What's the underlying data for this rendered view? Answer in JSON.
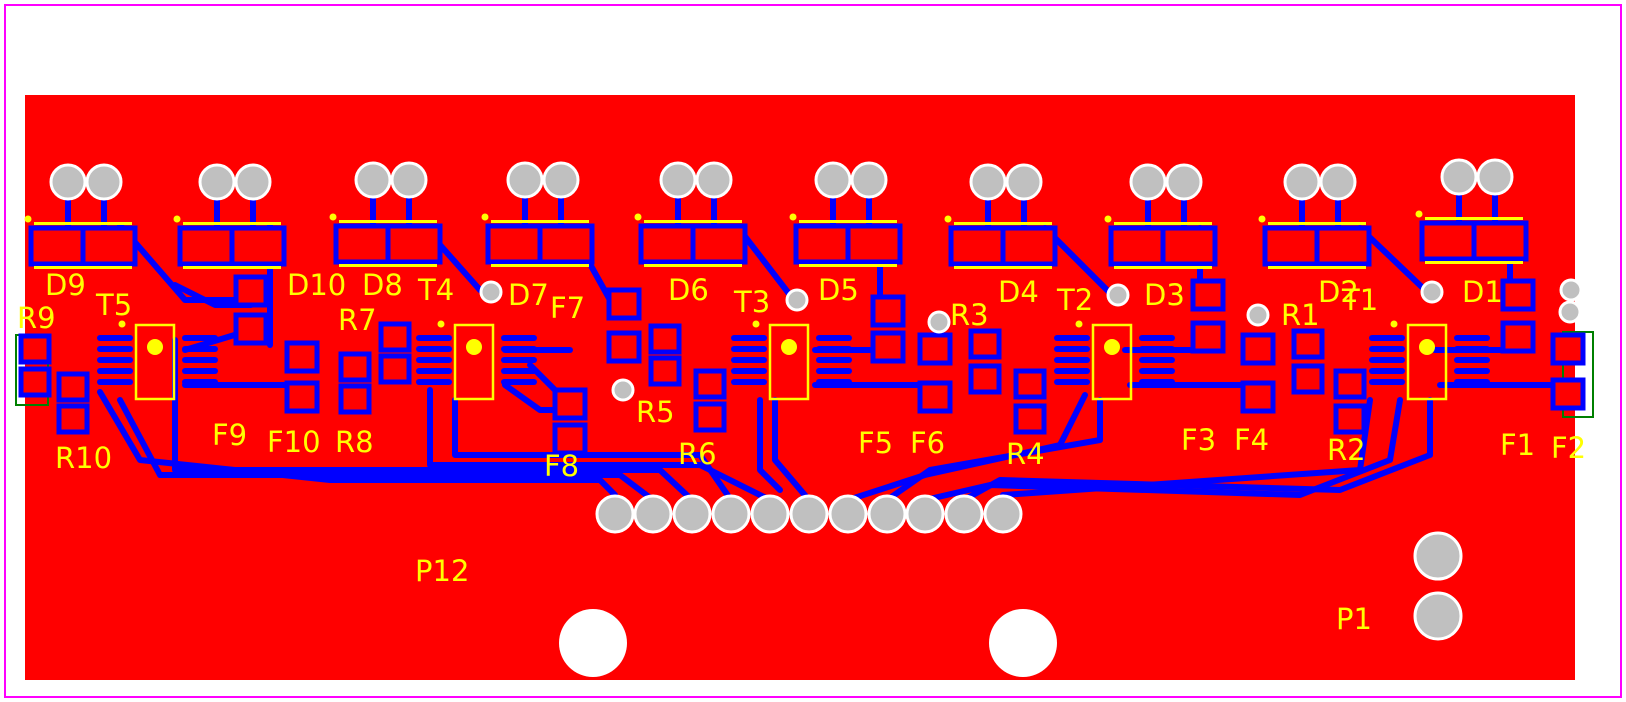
{
  "pcb": {
    "colors": {
      "board": "#ff0000",
      "trace": "#0000ff",
      "silkscreen": "#ffff00",
      "pad": "#c0c0c0",
      "outline": "#ff00ff",
      "connector": "#008000"
    },
    "diodes": [
      "D1",
      "D2",
      "D3",
      "D4",
      "D5",
      "D6",
      "D7",
      "D8",
      "D9",
      "D10"
    ],
    "transformers": [
      "T1",
      "T2",
      "T3",
      "T4",
      "T5"
    ],
    "resistors": [
      "R1",
      "R2",
      "R3",
      "R4",
      "R5",
      "R6",
      "R7",
      "R8",
      "R9",
      "R10"
    ],
    "fuses": [
      "F1",
      "F2",
      "F3",
      "F4",
      "F5",
      "F6",
      "F7",
      "F8",
      "F9",
      "F10"
    ],
    "connectors": [
      "P1",
      "P12"
    ]
  }
}
